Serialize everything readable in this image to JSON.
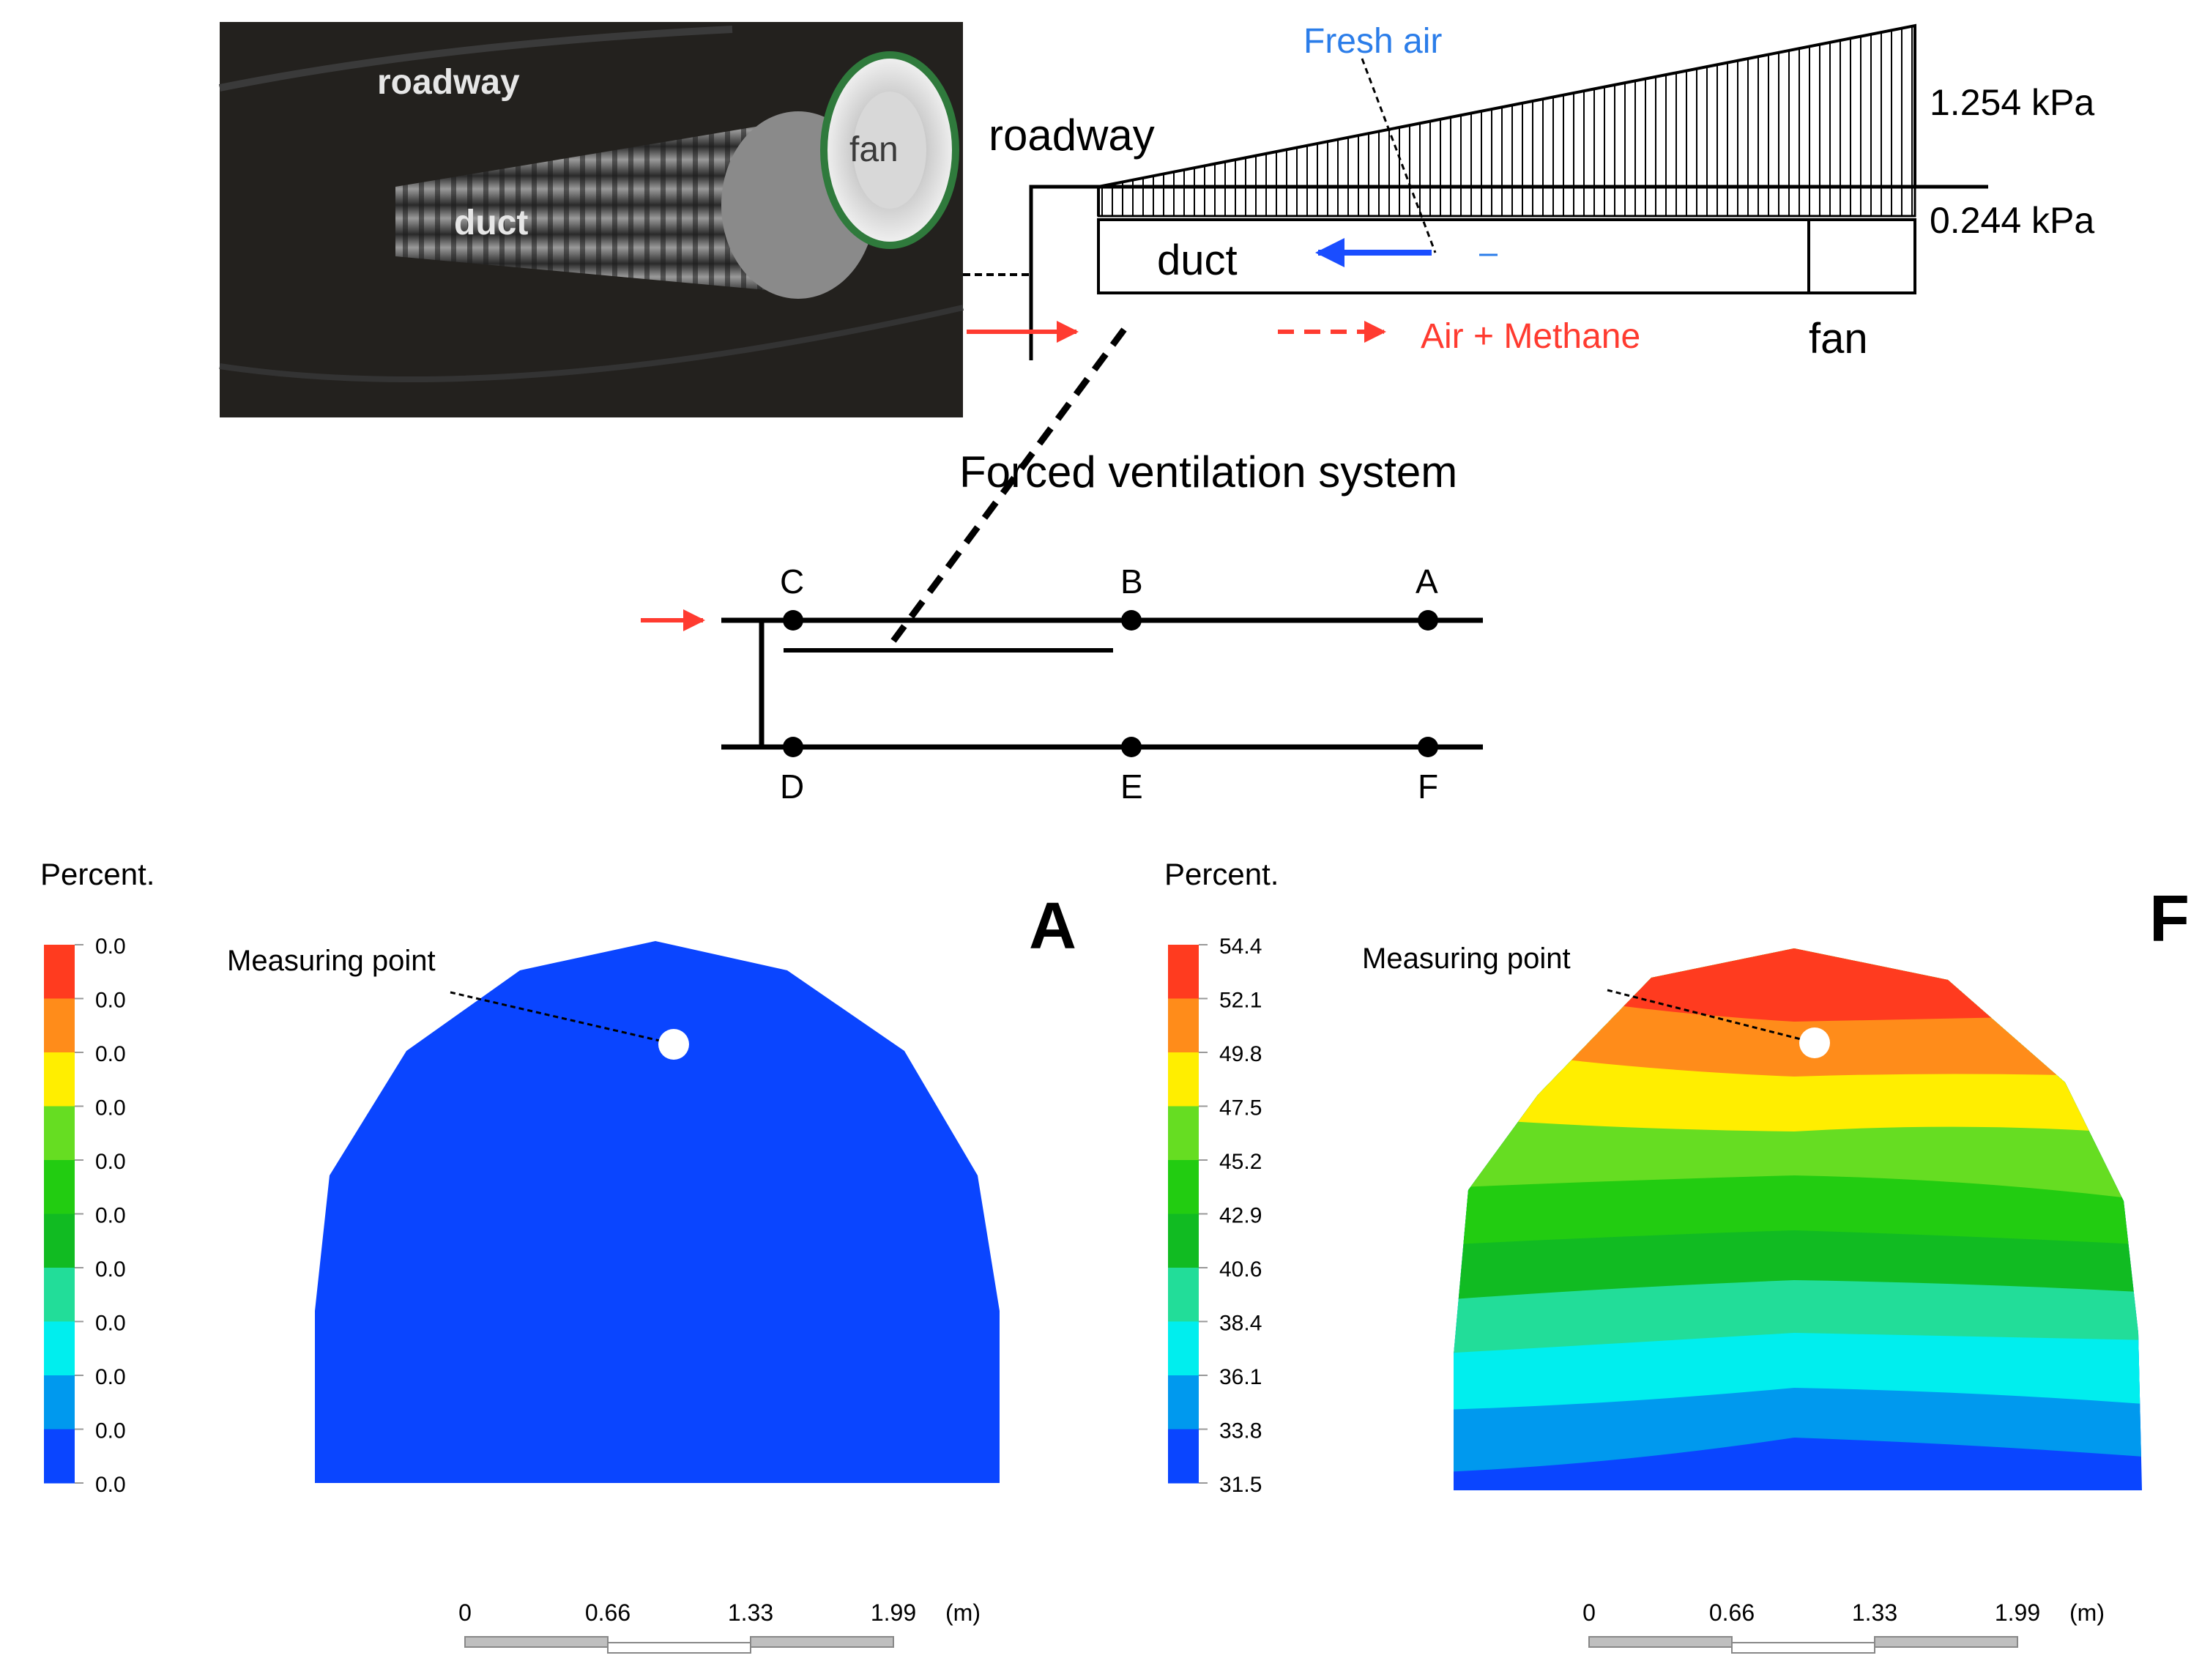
{
  "photo": {
    "roadway_label": "roadway",
    "fan_label": "fan",
    "duct_label": "duct"
  },
  "schematic": {
    "roadway_label": "roadway",
    "fresh_air_label": "Fresh air",
    "pressure_high": "1.254 kPa",
    "pressure_low": "0.244 kPa",
    "duct_label": "duct",
    "air_methane_label": "Air + Methane",
    "fan_label": "fan",
    "caption": "Forced ventilation system",
    "colors": {
      "fresh_air": "#1a4dff",
      "air_methane": "#ff3b30",
      "fresh_air_text": "#2b7de9"
    }
  },
  "network": {
    "points": [
      "C",
      "B",
      "A",
      "D",
      "E",
      "F"
    ]
  },
  "contours": [
    {
      "id": "A",
      "legend_title": "Percent.",
      "legend_ticks": [
        "0.0",
        "0.0",
        "0.0",
        "0.0",
        "0.0",
        "0.0",
        "0.0",
        "0.0",
        "0.0",
        "0.0",
        "0.0"
      ],
      "panel_label": "A",
      "measuring_point_label": "Measuring point",
      "fill_color": "#0a45ff"
    },
    {
      "id": "F",
      "legend_title": "Percent.",
      "legend_ticks": [
        "54.4",
        "52.1",
        "49.8",
        "47.5",
        "45.2",
        "42.9",
        "40.6",
        "38.4",
        "36.1",
        "33.8",
        "31.5"
      ],
      "panel_label": "F",
      "measuring_point_label": "Measuring point"
    }
  ],
  "legend_colors": [
    "#ff3b1f",
    "#ff8c1a",
    "#ffee00",
    "#66dd22",
    "#22cc11",
    "#11bb22",
    "#22dd99",
    "#00eeee",
    "#0099ee",
    "#0a45ff"
  ],
  "scalebar": {
    "ticks": [
      "0",
      "0.66",
      "1.33",
      "1.99"
    ],
    "unit": "(m)"
  }
}
